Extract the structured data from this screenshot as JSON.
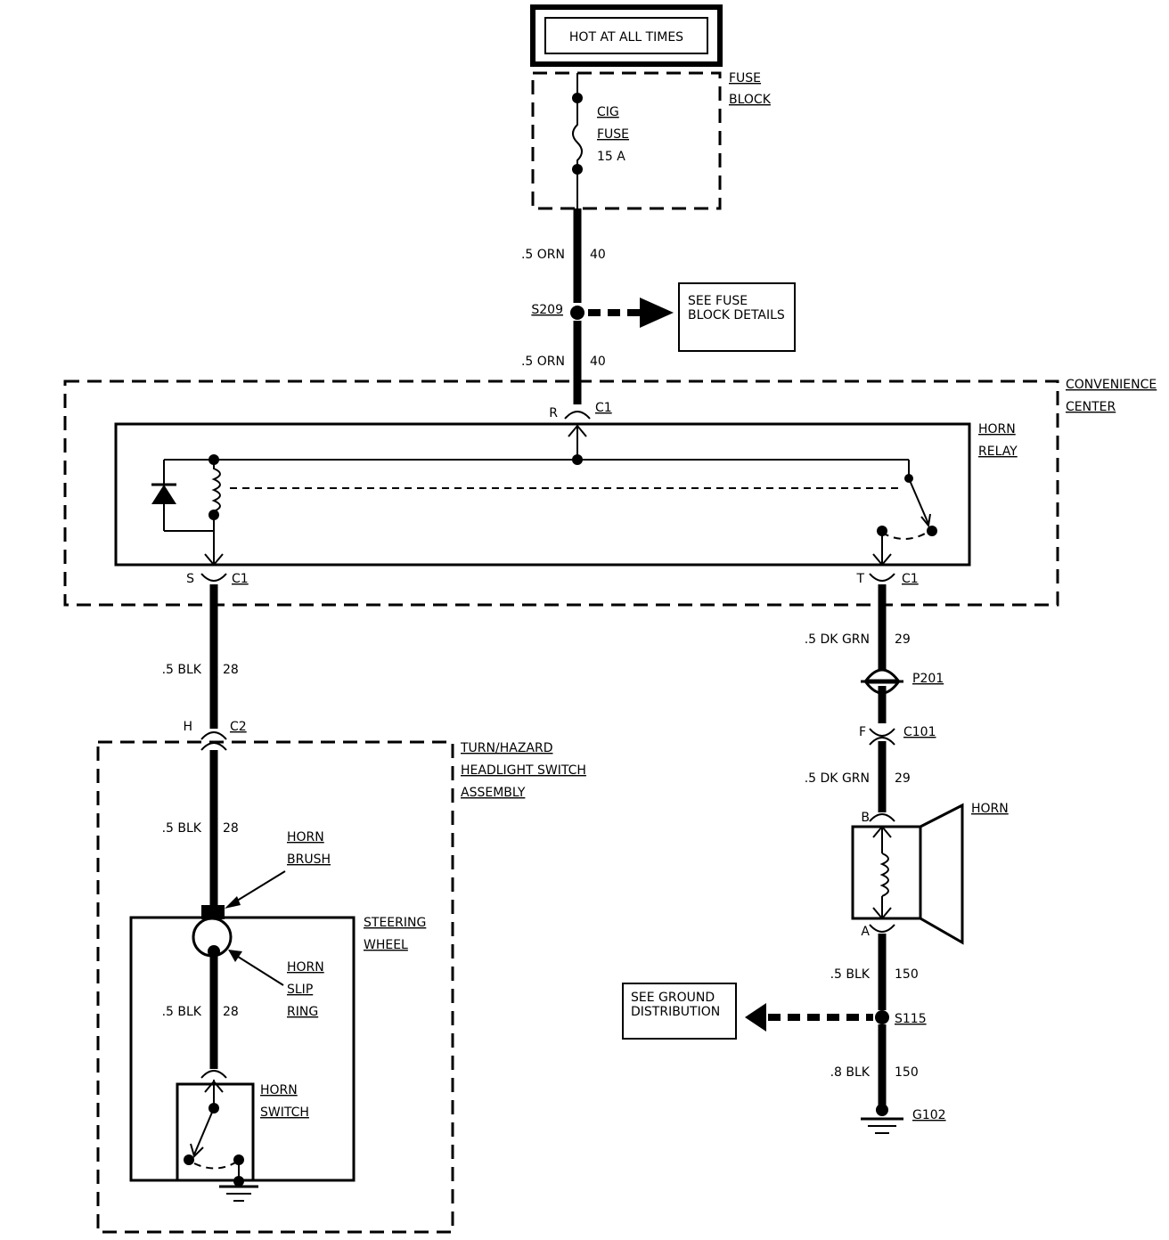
{
  "power": {
    "label": "HOT AT ALL TIMES"
  },
  "fuse_block": {
    "label_1": "FUSE",
    "label_2": "BLOCK",
    "fuse_1": "CIG",
    "fuse_2": "FUSE",
    "fuse_3": "15 A"
  },
  "wire_top": {
    "gauge": ".5 ORN",
    "circuit": "40"
  },
  "splice_s209": {
    "id": "S209",
    "note_1": "SEE FUSE",
    "note_2": "BLOCK DETAILS"
  },
  "wire_mid": {
    "gauge": ".5 ORN",
    "circuit": "40"
  },
  "convenience_center": {
    "label_1": "CONVENIENCE",
    "label_2": "CENTER"
  },
  "horn_relay": {
    "label_1": "HORN",
    "label_2": "RELAY"
  },
  "connectors": {
    "r_pin": "R",
    "r_conn": "C1",
    "s_pin": "S",
    "s_conn": "C1",
    "t_pin": "T",
    "t_conn": "C1",
    "h_pin": "H",
    "h_conn": "C2",
    "f_pin": "F",
    "f_conn": "C101",
    "b_pin": "B",
    "a_pin": "A",
    "p201": "P201"
  },
  "wire_left_1": {
    "gauge": ".5 BLK",
    "circuit": "28"
  },
  "wire_left_2": {
    "gauge": ".5 BLK",
    "circuit": "28"
  },
  "wire_left_3": {
    "gauge": ".5 BLK",
    "circuit": "28"
  },
  "turn_hazard": {
    "label_1": "TURN/HAZARD",
    "label_2": "HEADLIGHT SWITCH",
    "label_3": "ASSEMBLY"
  },
  "horn_brush": {
    "label_1": "HORN",
    "label_2": "BRUSH"
  },
  "steering_wheel": {
    "label_1": "STEERING",
    "label_2": "WHEEL"
  },
  "slip_ring": {
    "label_1": "HORN",
    "label_2": "SLIP",
    "label_3": "RING"
  },
  "horn_switch": {
    "label_1": "HORN",
    "label_2": "SWITCH"
  },
  "wire_right_1": {
    "gauge": ".5 DK GRN",
    "circuit": "29"
  },
  "wire_right_2": {
    "gauge": ".5 DK GRN",
    "circuit": "29"
  },
  "horn": {
    "label": "HORN"
  },
  "wire_right_3": {
    "gauge": ".5 BLK",
    "circuit": "150"
  },
  "splice_s115": {
    "id": "S115",
    "note_1": "SEE GROUND",
    "note_2": "DISTRIBUTION"
  },
  "wire_right_4": {
    "gauge": ".8 BLK",
    "circuit": "150"
  },
  "ground": {
    "id": "G102"
  }
}
